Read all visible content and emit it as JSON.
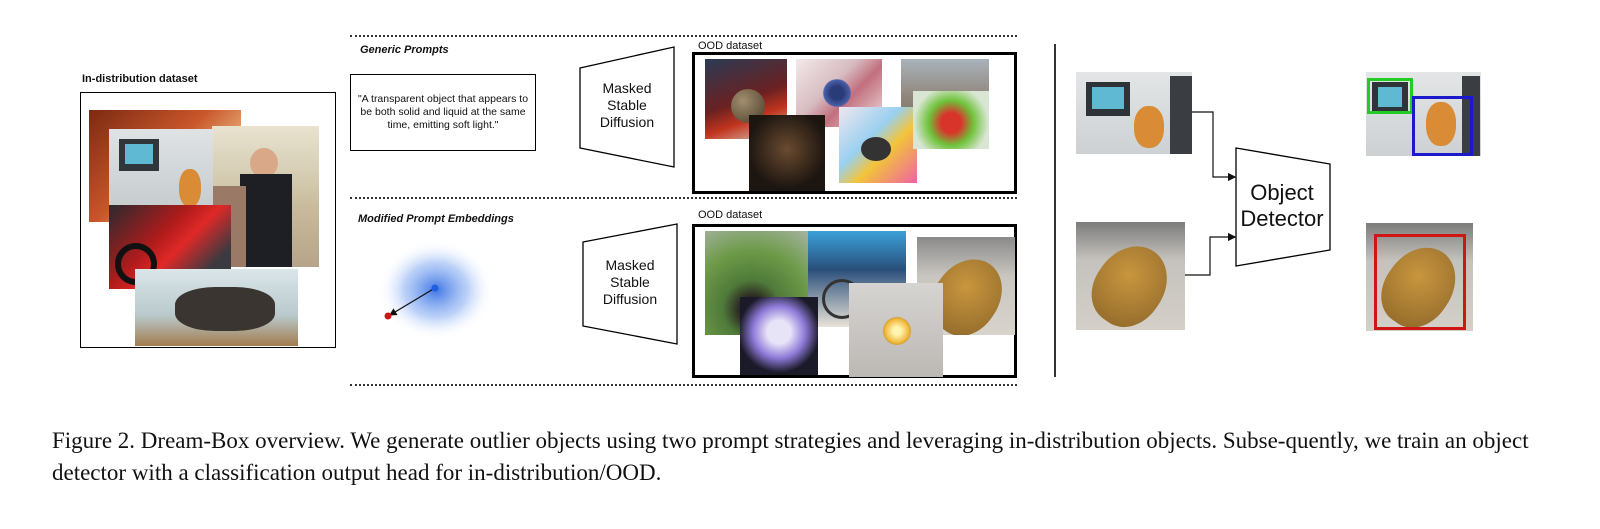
{
  "labels": {
    "in_distribution_dataset": "In-distribution dataset",
    "generic_prompts": "Generic Prompts",
    "modified_prompt_embeddings": "Modified Prompt Embeddings",
    "ood_dataset_top": "OOD dataset",
    "ood_dataset_bottom": "OOD dataset",
    "masked_stable_diffusion_top": "Masked\nStable\nDiffusion",
    "masked_stable_diffusion_bottom": "Masked\nStable\nDiffusion",
    "prompt_text": "\"A transparent object that appears to be both solid and liquid at the same time, emitting soft light.\"",
    "object_detector": "Object\nDetector"
  },
  "caption": "Figure 2. Dream-Box overview. We generate outlier objects using two prompt strategies and leveraging in-distribution objects. Subse-quently, we train an object detector with a classification output head for in-distribution/OOD.",
  "colors": {
    "bbox_green": "#22cc22",
    "bbox_blue": "#1a1acc",
    "bbox_red": "#d01515",
    "embedding_blue": "#1f5fe0",
    "embedding_red": "#c81818"
  }
}
